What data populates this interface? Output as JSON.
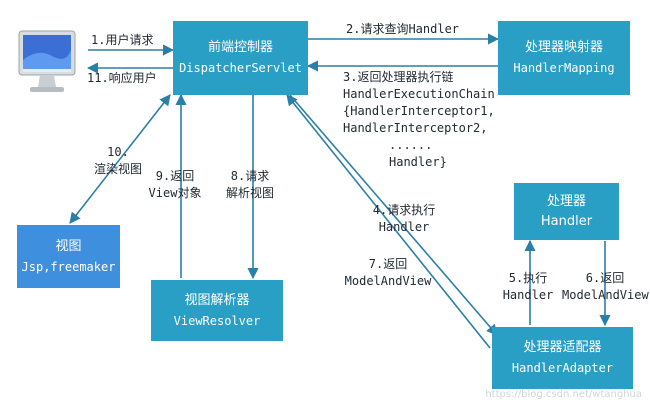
{
  "nodes": {
    "dispatcher": {
      "title": "前端控制器",
      "sub": "DispatcherServlet"
    },
    "mapping": {
      "title": "处理器映射器",
      "sub": "HandlerMapping"
    },
    "view": {
      "title": "视图",
      "sub": "Jsp,freemaker"
    },
    "resolver": {
      "title": "视图解析器",
      "sub": "ViewResolver"
    },
    "handler": {
      "title": "处理器",
      "sub": "Handler"
    },
    "adapter": {
      "title": "处理器适配器",
      "sub": "HandlerAdapter"
    }
  },
  "edges": {
    "e1": "1.用户请求",
    "e11": "11.响应用户",
    "e2": "2.请求查询Handler",
    "e3": {
      "l1": "3.返回处理器执行链",
      "l2": "HandlerExecutionChain",
      "l3": "{HandlerInterceptor1,",
      "l4": "HandlerInterceptor2,",
      "l5": "......",
      "l6": "Handler}"
    },
    "e4": {
      "l1": "4.请求执行",
      "l2": "Handler"
    },
    "e5": {
      "l1": "5.执行",
      "l2": "Handler"
    },
    "e6": {
      "l1": "6.返回",
      "l2": "ModelAndView"
    },
    "e7": {
      "l1": "7.返回",
      "l2": "ModelAndView"
    },
    "e8": {
      "l1": "8.请求",
      "l2": "解析视图"
    },
    "e9": {
      "l1": "9.返回",
      "l2": "View对象"
    },
    "e10": {
      "l1": "10.",
      "l2": "渲染视图"
    }
  },
  "watermark": "https://blog.csdn.net/wtanghua",
  "colors": {
    "teal": "#2a9fc6",
    "blue": "#3f8fdf",
    "arrow": "#2a7fa8",
    "text": "#222a33"
  }
}
